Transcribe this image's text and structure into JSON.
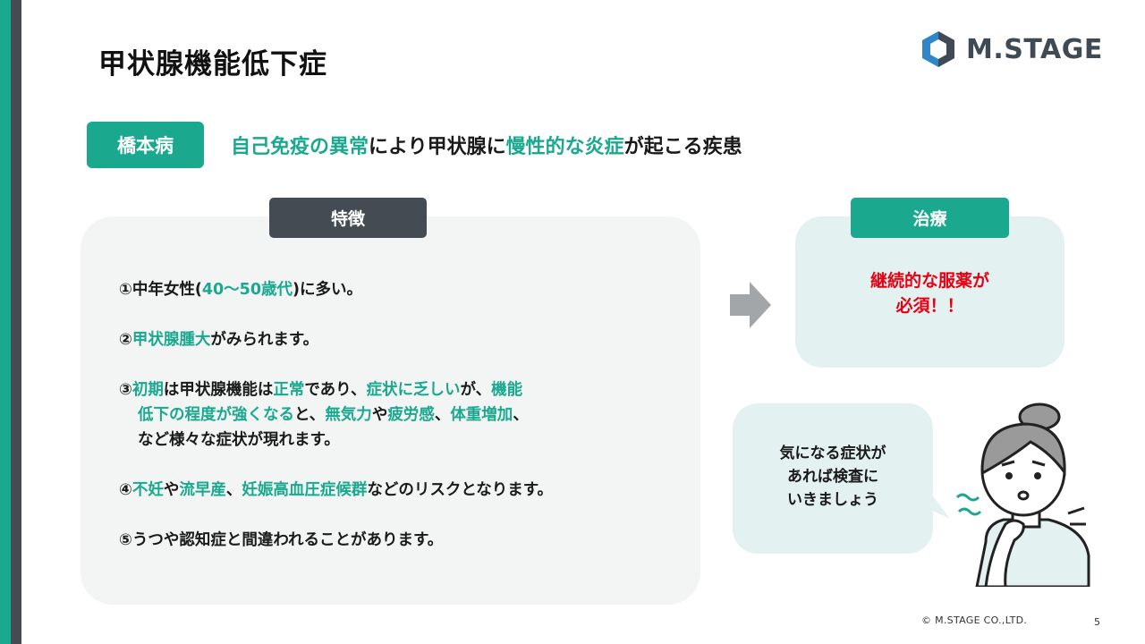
{
  "slide": {
    "title": "甲状腺機能低下症",
    "brand": "M.STAGE",
    "copyright": "© M.STAGE CO.,LTD.",
    "page_number": "5"
  },
  "definition": {
    "tag": "橋本病",
    "segments": [
      {
        "text": "自己免疫の異常",
        "highlight": true
      },
      {
        "text": "により甲状腺に",
        "highlight": false
      },
      {
        "text": "慢性的な炎症",
        "highlight": true
      },
      {
        "text": "が起こる疾患",
        "highlight": false
      }
    ]
  },
  "features": {
    "heading": "特徴",
    "items": [
      {
        "lines": [
          [
            {
              "t": "①中年女性(",
              "h": false
            },
            {
              "t": "40～50歳代",
              "h": true
            },
            {
              "t": ")に多い。",
              "h": false
            }
          ]
        ]
      },
      {
        "lines": [
          [
            {
              "t": "②",
              "h": false
            },
            {
              "t": "甲状腺腫大",
              "h": true
            },
            {
              "t": "がみられます。",
              "h": false
            }
          ]
        ]
      },
      {
        "lines": [
          [
            {
              "t": "③",
              "h": false
            },
            {
              "t": "初期",
              "h": true
            },
            {
              "t": "は甲状腺機能は",
              "h": false
            },
            {
              "t": "正常",
              "h": true
            },
            {
              "t": "であり、",
              "h": false
            },
            {
              "t": "症状に乏しい",
              "h": true
            },
            {
              "t": "が、",
              "h": false
            },
            {
              "t": "機能",
              "h": true
            }
          ],
          [
            {
              "t": "低下の程度が強くなる",
              "h": true
            },
            {
              "t": "と、",
              "h": false
            },
            {
              "t": "無気力",
              "h": true
            },
            {
              "t": "や",
              "h": false
            },
            {
              "t": "疲労感",
              "h": true
            },
            {
              "t": "、",
              "h": false
            },
            {
              "t": "体重増加",
              "h": true
            },
            {
              "t": "、",
              "h": false
            }
          ],
          [
            {
              "t": "など様々な症状が現れます。",
              "h": false
            }
          ]
        ]
      },
      {
        "lines": [
          [
            {
              "t": "④",
              "h": false
            },
            {
              "t": "不妊",
              "h": true
            },
            {
              "t": "や",
              "h": false
            },
            {
              "t": "流早産",
              "h": true
            },
            {
              "t": "、",
              "h": false
            },
            {
              "t": "妊娠高血圧症候群",
              "h": true
            },
            {
              "t": "などのリスクとなります。",
              "h": false
            }
          ]
        ]
      },
      {
        "lines": [
          [
            {
              "t": "⑤うつや認知症と間違われることがあります。",
              "h": false
            }
          ]
        ]
      }
    ]
  },
  "treatment": {
    "heading": "治療",
    "line1": "継続的な服薬が",
    "line2": "必須！！"
  },
  "advice": {
    "line1": "気になる症状が",
    "line2": "あれば検査に",
    "line3": "いきましょう"
  },
  "colors": {
    "accent": "#1aa88e",
    "dark": "#444b52",
    "alert": "#e60012",
    "panel": "#f3f5f5",
    "panel_teal": "#e4f1f1"
  },
  "icons": {
    "logo": "mstage-hexagon-logo-icon",
    "arrow": "right-arrow-icon",
    "illustration": "worried-woman-touching-neck-icon"
  }
}
